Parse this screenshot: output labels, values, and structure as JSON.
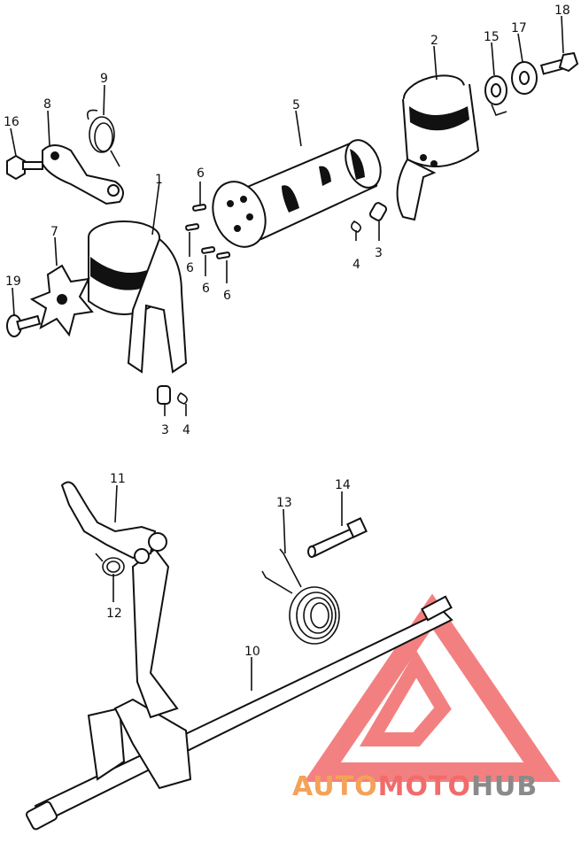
{
  "callouts": [
    {
      "id": "c1",
      "text": "1"
    },
    {
      "id": "c2",
      "text": "2"
    },
    {
      "id": "c3a",
      "text": "3"
    },
    {
      "id": "c3b",
      "text": "3"
    },
    {
      "id": "c4a",
      "text": "4"
    },
    {
      "id": "c4b",
      "text": "4"
    },
    {
      "id": "c5",
      "text": "5"
    },
    {
      "id": "c6a",
      "text": "6"
    },
    {
      "id": "c6b",
      "text": "6"
    },
    {
      "id": "c6c",
      "text": "6"
    },
    {
      "id": "c6d",
      "text": "6"
    },
    {
      "id": "c7",
      "text": "7"
    },
    {
      "id": "c8",
      "text": "8"
    },
    {
      "id": "c9",
      "text": "9"
    },
    {
      "id": "c10",
      "text": "10"
    },
    {
      "id": "c11",
      "text": "11"
    },
    {
      "id": "c12",
      "text": "12"
    },
    {
      "id": "c13",
      "text": "13"
    },
    {
      "id": "c14",
      "text": "14"
    },
    {
      "id": "c15",
      "text": "15"
    },
    {
      "id": "c16",
      "text": "16"
    },
    {
      "id": "c17",
      "text": "17"
    },
    {
      "id": "c18",
      "text": "18"
    },
    {
      "id": "c19",
      "text": "19"
    }
  ],
  "watermark": {
    "part1": "AUTO",
    "part2": "MOTO",
    "part3": "HUB",
    "color_red": "#f26b6b",
    "color_orange": "#f4a259",
    "color_gray": "#8a8a8a"
  }
}
